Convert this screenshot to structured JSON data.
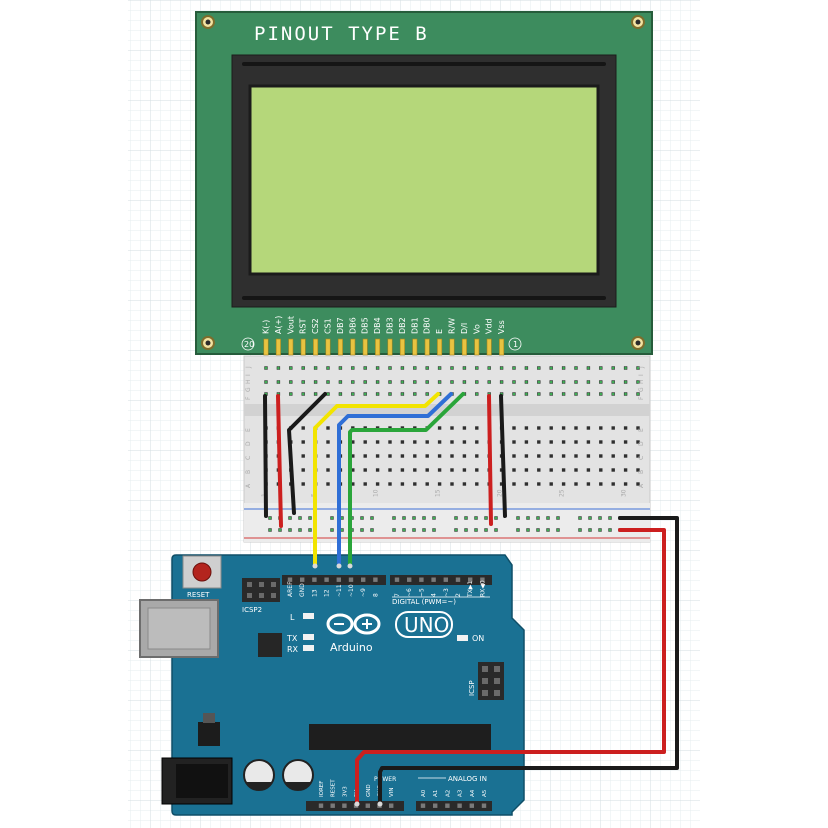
{
  "lcd": {
    "title": "PINOUT TYPE B",
    "pins": [
      "K(-)",
      "A(+)",
      "Vout",
      "RST",
      "CS2",
      "CS1",
      "DB7",
      "DB6",
      "DB5",
      "DB4",
      "DB3",
      "DB2",
      "DB1",
      "DB0",
      "E",
      "R/W",
      "D/I",
      "Vo",
      "Vdd",
      "Vss"
    ],
    "pin_first_number": "20",
    "pin_last_number": "1",
    "board_color": "#3d8c5e",
    "screen_color": "#b5d77a"
  },
  "breadboard": {
    "row_letters_top": [
      "J",
      "I",
      "H",
      "G",
      "F"
    ],
    "row_letters_bottom": [
      "E",
      "D",
      "C",
      "B",
      "A"
    ],
    "column_numbers": [
      "1",
      "5",
      "10",
      "15",
      "20",
      "25",
      "30"
    ]
  },
  "arduino": {
    "board_color": "#1a7193",
    "logo_text": "Arduino",
    "model": "UNO",
    "reset_label": "RESET",
    "icsp2_label": "ICSP2",
    "icsp_label": "ICSP",
    "digital_label": "DIGITAL (PWM=~)",
    "analog_label": "ANALOG IN",
    "power_label": "POWER",
    "led_labels": [
      "L",
      "TX",
      "RX"
    ],
    "on_label": "ON",
    "digital_pins_left": [
      "AREF",
      "GND",
      "13",
      "12",
      "~11",
      "~10",
      "~9",
      "8"
    ],
    "digital_pins_right": [
      "7",
      "~6",
      "~5",
      "4",
      "~3",
      "2",
      "TX▶1",
      "RX◀0"
    ],
    "power_pins": [
      "IOREF",
      "RESET",
      "3V3",
      "5V",
      "GND",
      "GND",
      "VIN"
    ],
    "analog_pins": [
      "A0",
      "A1",
      "A2",
      "A3",
      "A4",
      "A5"
    ]
  },
  "wires": {
    "colors": {
      "red": "#cc1f1f",
      "black": "#1a1a1a",
      "yellow": "#f2e400",
      "blue": "#2f6fd6",
      "green": "#2aa53a"
    }
  }
}
